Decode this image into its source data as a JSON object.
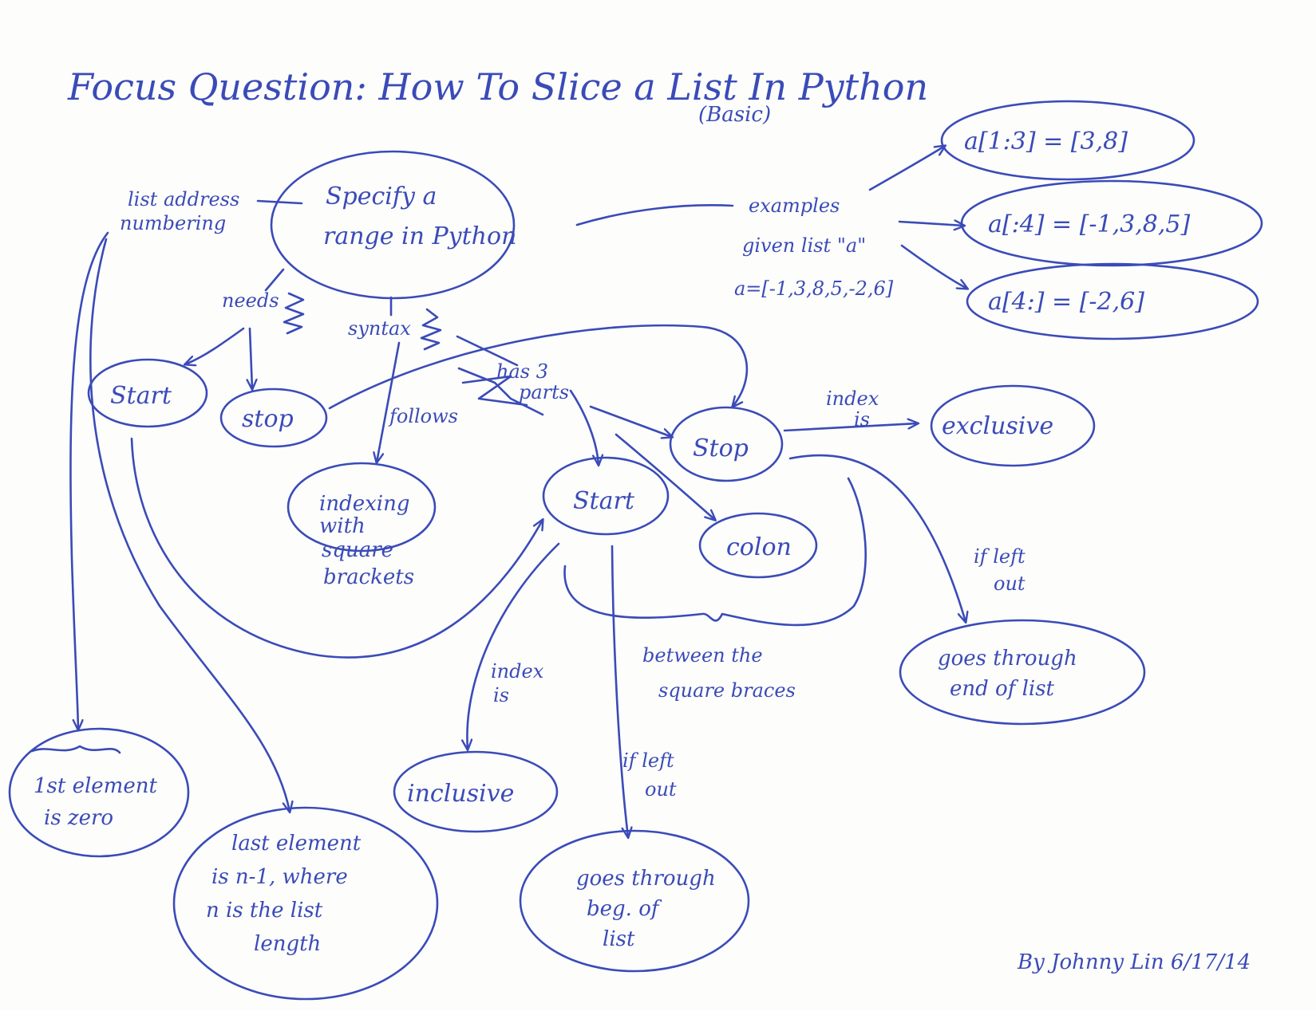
{
  "colors": {
    "ink": "#3a4bb8",
    "paper": "#fdfdfb"
  },
  "title": {
    "line1": "Focus Question:  How To Slice a List In Python",
    "line2": "(Basic)"
  },
  "nodes": {
    "specify": [
      "Specify a",
      "range in Python"
    ],
    "start_left": "Start",
    "stop_left": "stop",
    "indexing": [
      "indexing",
      "with",
      "square",
      "brackets"
    ],
    "start_center": "Start",
    "stop_center": "Stop",
    "colon": "colon",
    "exclusive": "exclusive",
    "goes_end": [
      "goes through",
      "end of list"
    ],
    "inclusive": "inclusive",
    "goes_beg": [
      "goes through",
      "beg. of",
      "list"
    ],
    "first_element": [
      "1st element",
      "is zero"
    ],
    "last_element": [
      "last element",
      "is n-1, where",
      "n is the list",
      "length"
    ],
    "example1": "a[1:3] = [3,8]",
    "example2": "a[:4] = [-1,3,8,5]",
    "example3": "a[4:] = [-2,6]"
  },
  "labels": {
    "list_address": [
      "list address",
      "numbering"
    ],
    "needs": "needs",
    "syntax": "syntax",
    "follows": "follows",
    "has_3_parts": [
      "has 3",
      "parts"
    ],
    "examples": [
      "examples",
      "given list \"a\"",
      "a=[-1,3,8,5,-2,6]"
    ],
    "index_is_right": [
      "index",
      "is"
    ],
    "if_left_out_right": [
      "if left",
      "out"
    ],
    "index_is_left": [
      "index",
      "is"
    ],
    "if_left_out_center": [
      "if left",
      "out"
    ],
    "between": [
      "between the",
      "square braces"
    ]
  },
  "signature": "By Johnny Lin  6/17/14"
}
